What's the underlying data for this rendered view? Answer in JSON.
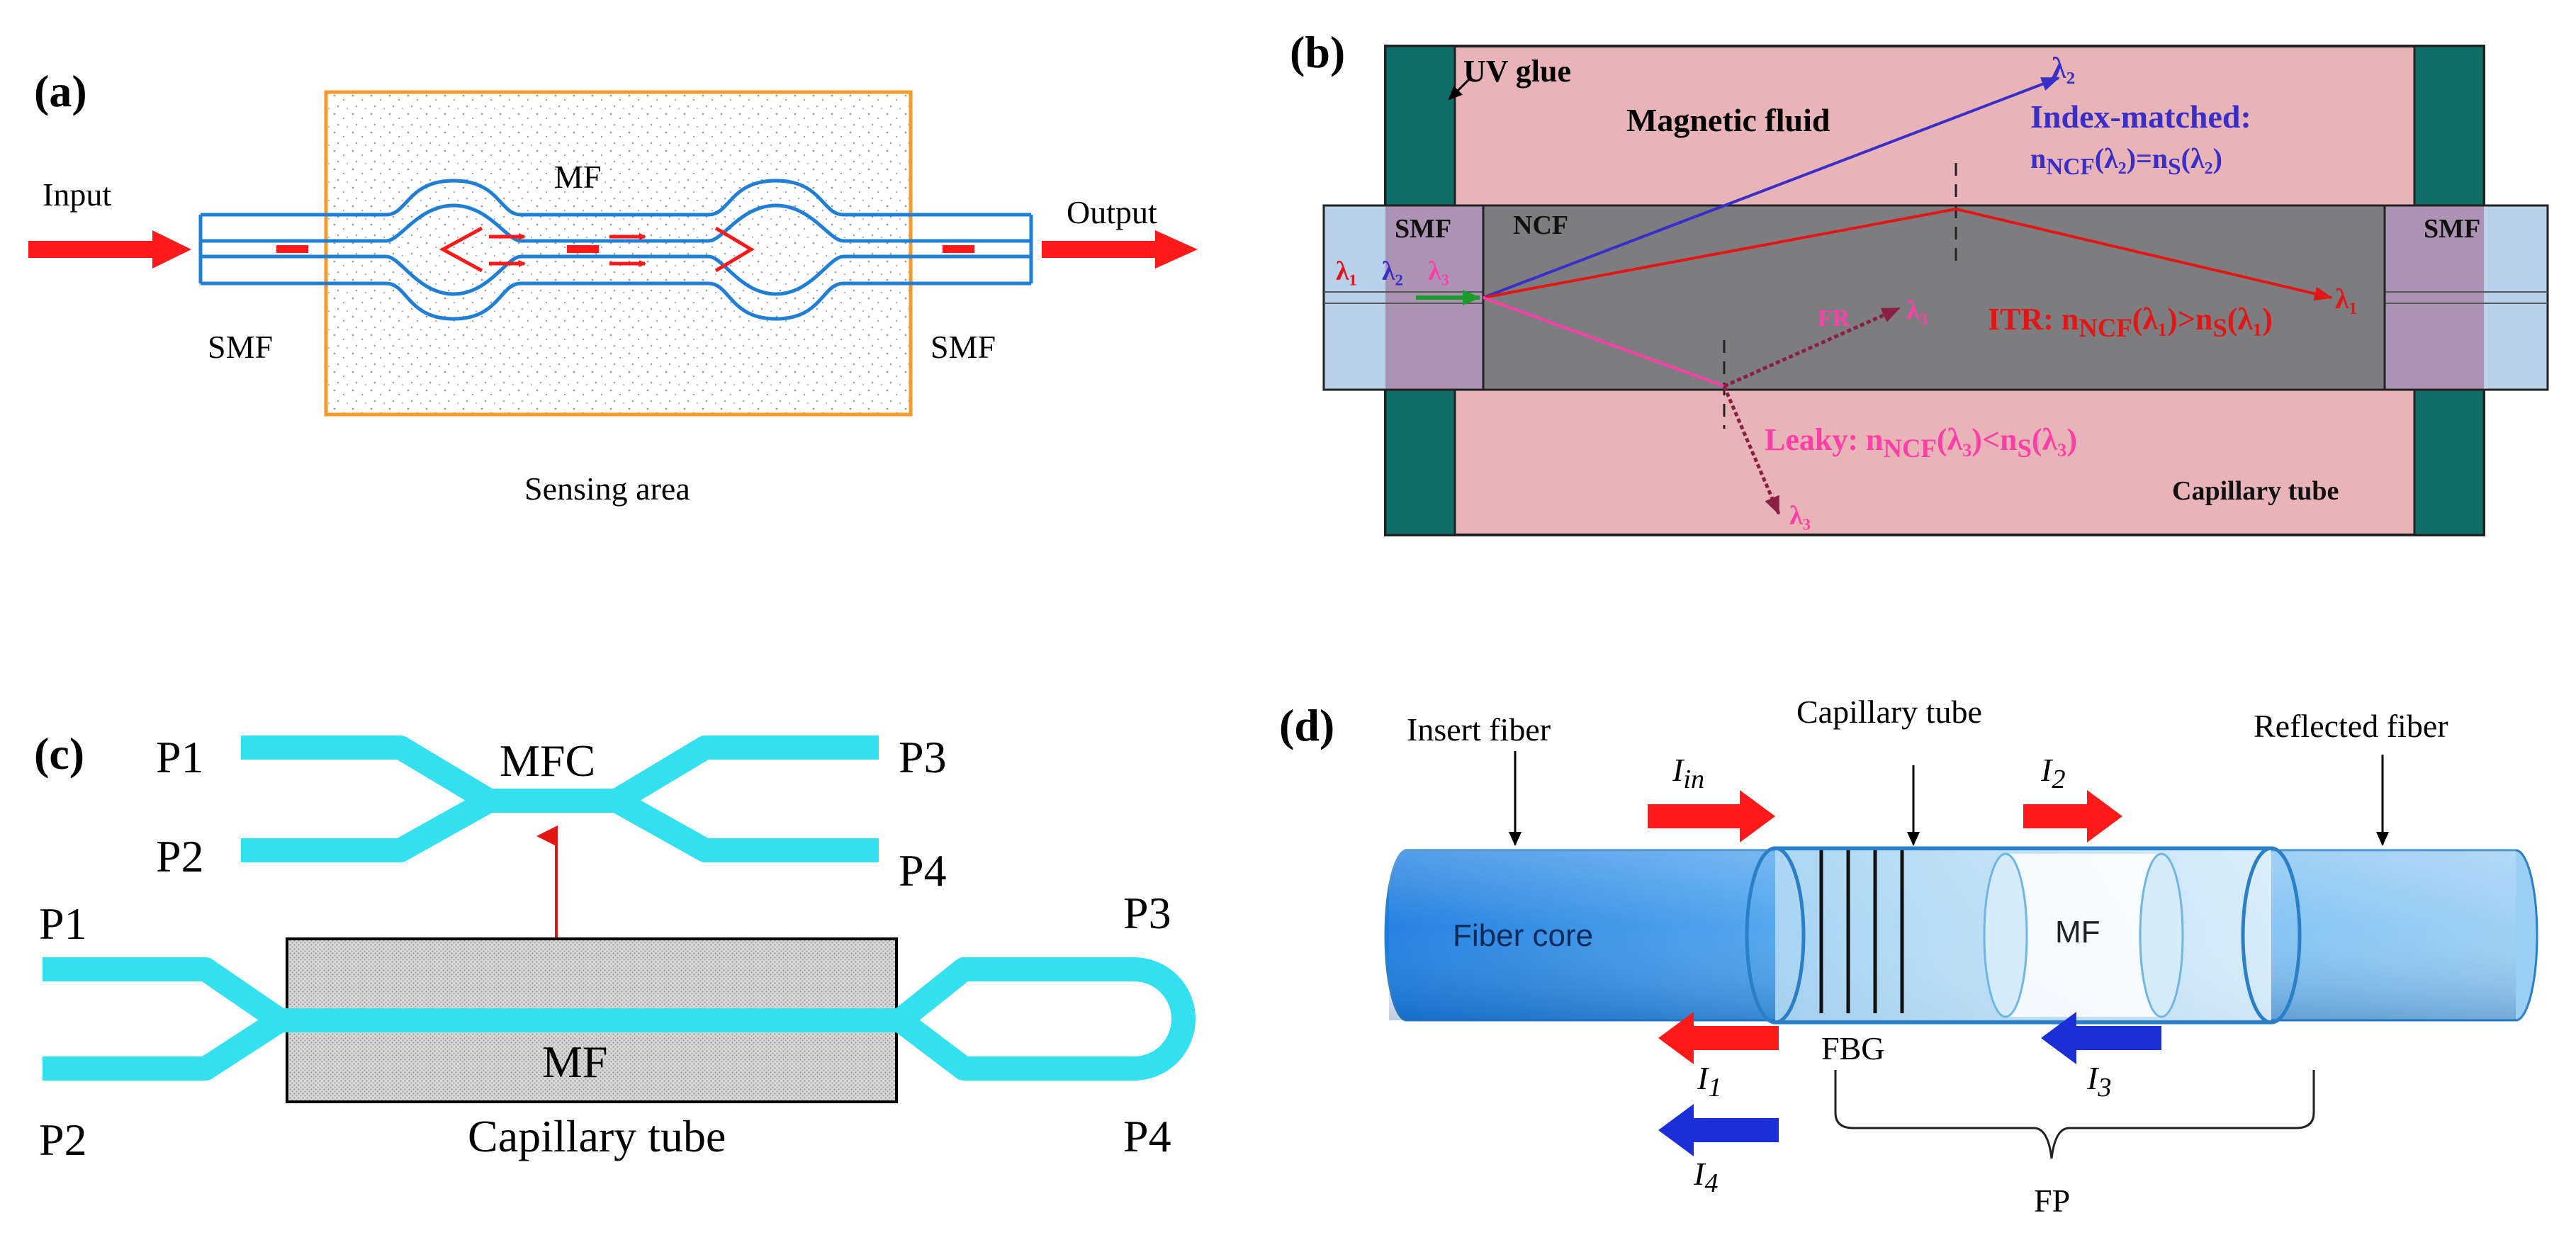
{
  "panels": {
    "a": {
      "label": "(a)",
      "input": "Input",
      "output": "Output",
      "mf": "MF",
      "smf_left": "SMF",
      "smf_right": "SMF",
      "sensing_area": "Sensing area"
    },
    "b": {
      "label": "(b)",
      "uv_glue": "UV glue",
      "magnetic_fluid": "Magnetic fluid",
      "smf_left": "SMF",
      "smf_right": "SMF",
      "ncf": "NCF",
      "index_matched": "Index-matched:",
      "index_eq": "n<sub>NCF</sub>(λ₂)=n<sub>S</sub>(λ₂)",
      "lambda_inputs": [
        "λ₁",
        "λ₂",
        "λ₃"
      ],
      "lambda1": "λ₁",
      "lambda2": "λ₂",
      "lambda3_fr": "λ₃",
      "lambda3_leak": "λ₃",
      "fr": "FR",
      "itr": "ITR: n<sub>NCF</sub>(λ₁)&gt;n<sub>S</sub>(λ₁)",
      "leaky": "Leaky: n<sub>NCF</sub>(λ₃)&lt;n<sub>S</sub>(λ₃)",
      "capillary_tube": "Capillary tube"
    },
    "c": {
      "label": "(c)",
      "mfc": "MFC",
      "top_p1": "P1",
      "top_p2": "P2",
      "top_p3": "P3",
      "top_p4": "P4",
      "bottom_p1": "P1",
      "bottom_p2": "P2",
      "bottom_p3": "P3",
      "bottom_p4": "P4",
      "mf": "MF",
      "capillary_tube": "Capillary tube"
    },
    "d": {
      "label": "(d)",
      "insert_fiber": "Insert fiber",
      "capillary_tube": "Capillary tube",
      "reflected_fiber": "Reflected fiber",
      "fiber_core": "Fiber core",
      "mf": "MF",
      "fbg": "FBG",
      "fp": "FP",
      "i_in": "I<sub>in</sub>",
      "i2": "I<sub>2</sub>",
      "i1": "I<sub>1</sub>",
      "i3": "I<sub>3</sub>",
      "i4": "I<sub>4</sub>"
    }
  },
  "colors": {
    "fiber_blue": "#1f7fd6",
    "orange_box": "#f39a2a",
    "arrow_red": "#ff1a1a",
    "pink_fluid": "#e8b4b8",
    "dark_teal": "#0f6e68",
    "ncf_gray": "#7d7d80",
    "cyan_fiber": "#33e0f0",
    "index_blue": "#3a2ec8",
    "leaky_pink": "#ff3fa8",
    "itr_red": "#e31616",
    "arrow_blue": "#1b2fd8"
  }
}
